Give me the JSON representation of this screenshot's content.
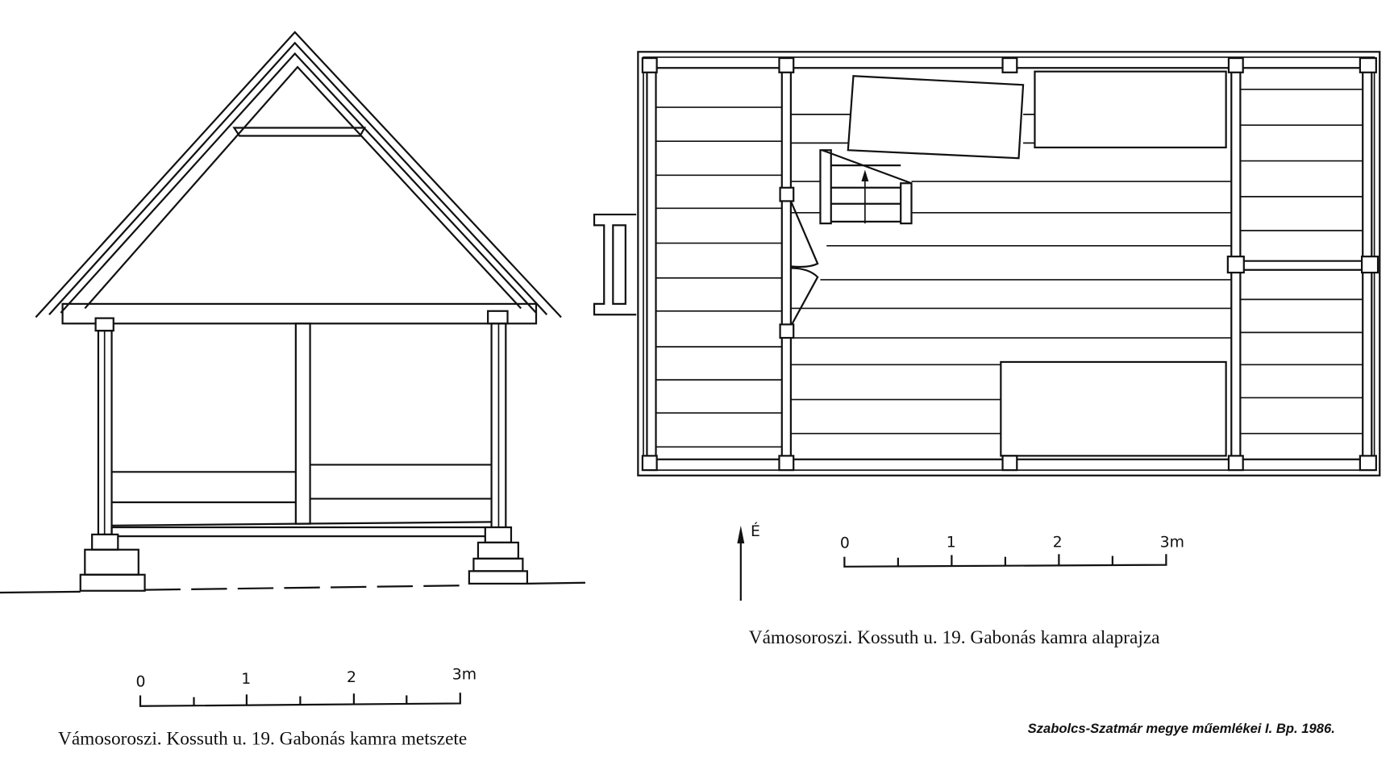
{
  "section": {
    "caption": "Vámosoroszi. Kossuth u. 19. Gabonás kamra metszete",
    "scale_labels": [
      "0",
      "1",
      "2",
      "3m"
    ]
  },
  "plan": {
    "caption": "Vámosoroszi. Kossuth u. 19. Gabonás kamra alaprajza",
    "scale_labels": [
      "0",
      "1",
      "2",
      "3m"
    ],
    "north_label": "É"
  },
  "source": "Szabolcs-Szatmár megye műemlékei I. Bp. 1986."
}
